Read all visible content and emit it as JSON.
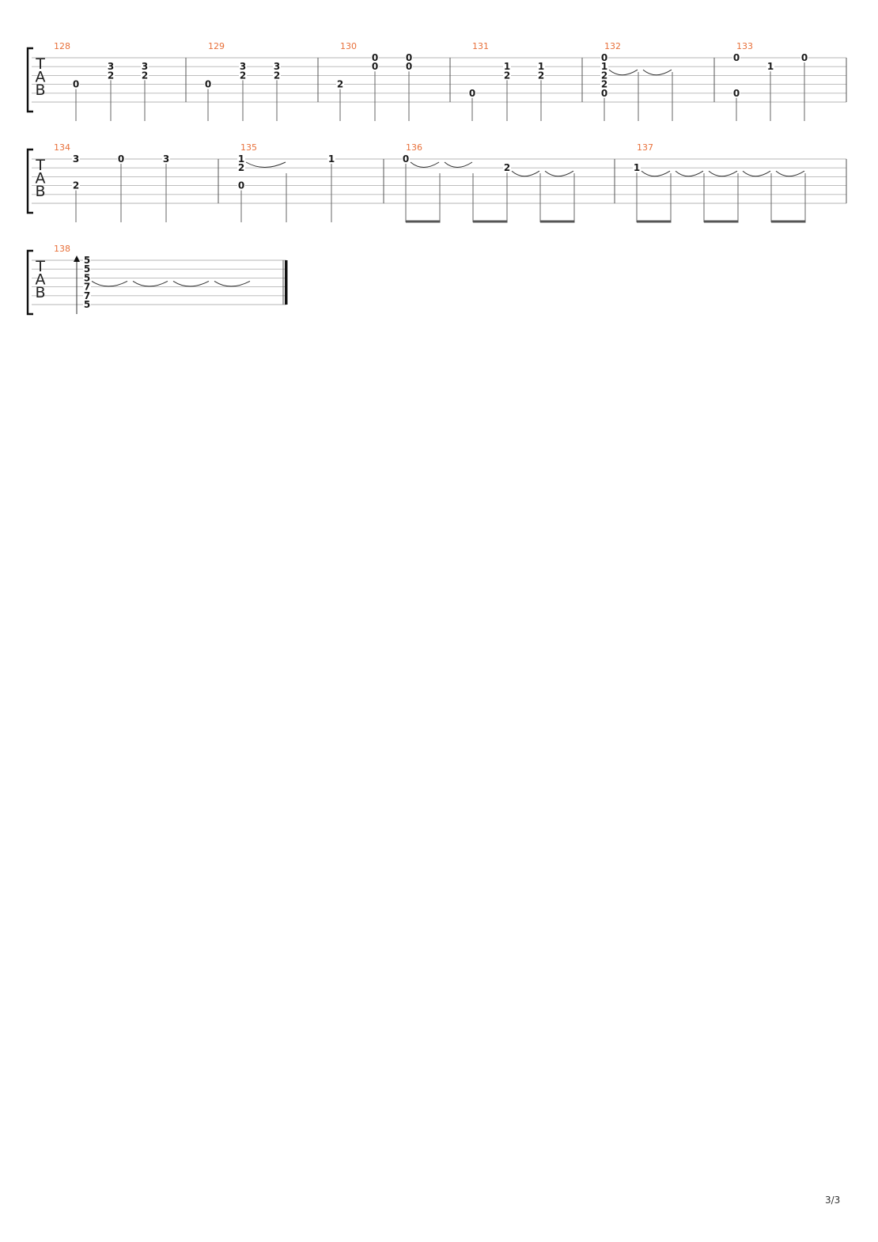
{
  "page": {
    "number": "3/3"
  },
  "tab_clef": [
    "T",
    "A",
    "B"
  ],
  "systems": [
    {
      "measures": [
        {
          "number": "128",
          "beats": [
            {
              "notes": [
                {
                  "string": 4,
                  "fret": "0"
                }
              ]
            },
            {
              "notes": [
                {
                  "string": 2,
                  "fret": "3"
                },
                {
                  "string": 3,
                  "fret": "2"
                }
              ]
            },
            {
              "notes": [
                {
                  "string": 2,
                  "fret": "3"
                },
                {
                  "string": 3,
                  "fret": "2"
                }
              ]
            }
          ]
        },
        {
          "number": "129",
          "beats": [
            {
              "notes": [
                {
                  "string": 4,
                  "fret": "0"
                }
              ]
            },
            {
              "notes": [
                {
                  "string": 2,
                  "fret": "3"
                },
                {
                  "string": 3,
                  "fret": "2"
                }
              ]
            },
            {
              "notes": [
                {
                  "string": 2,
                  "fret": "3"
                },
                {
                  "string": 3,
                  "fret": "2"
                }
              ]
            }
          ]
        },
        {
          "number": "130",
          "beats": [
            {
              "notes": [
                {
                  "string": 4,
                  "fret": "2"
                }
              ]
            },
            {
              "notes": [
                {
                  "string": 1,
                  "fret": "0"
                },
                {
                  "string": 2,
                  "fret": "0"
                }
              ]
            },
            {
              "notes": [
                {
                  "string": 1,
                  "fret": "0"
                },
                {
                  "string": 2,
                  "fret": "0"
                }
              ]
            }
          ]
        },
        {
          "number": "131",
          "beats": [
            {
              "notes": [
                {
                  "string": 5,
                  "fret": "0"
                }
              ]
            },
            {
              "notes": [
                {
                  "string": 2,
                  "fret": "1"
                },
                {
                  "string": 3,
                  "fret": "2"
                }
              ]
            },
            {
              "notes": [
                {
                  "string": 2,
                  "fret": "1"
                },
                {
                  "string": 3,
                  "fret": "2"
                }
              ]
            }
          ]
        },
        {
          "number": "132",
          "beats": [
            {
              "notes": [
                {
                  "string": 1,
                  "fret": "0"
                },
                {
                  "string": 2,
                  "fret": "1"
                },
                {
                  "string": 3,
                  "fret": "2"
                },
                {
                  "string": 4,
                  "fret": "2"
                },
                {
                  "string": 5,
                  "fret": "0"
                }
              ],
              "tie": "next"
            },
            {
              "notes": [],
              "tie": "next"
            },
            {
              "notes": []
            }
          ]
        },
        {
          "number": "133",
          "beats": [
            {
              "notes": [
                {
                  "string": 1,
                  "fret": "0"
                },
                {
                  "string": 5,
                  "fret": "0"
                }
              ]
            },
            {
              "notes": [
                {
                  "string": 2,
                  "fret": "1"
                }
              ]
            },
            {
              "notes": [
                {
                  "string": 1,
                  "fret": "0"
                }
              ]
            }
          ]
        }
      ]
    },
    {
      "measures": [
        {
          "number": "134",
          "beats": [
            {
              "notes": [
                {
                  "string": 1,
                  "fret": "3"
                },
                {
                  "string": 4,
                  "fret": "2"
                }
              ]
            },
            {
              "notes": [
                {
                  "string": 1,
                  "fret": "0"
                }
              ]
            },
            {
              "notes": [
                {
                  "string": 1,
                  "fret": "3"
                }
              ]
            }
          ]
        },
        {
          "number": "135",
          "beats": [
            {
              "notes": [
                {
                  "string": 1,
                  "fret": "1"
                },
                {
                  "string": 2,
                  "fret": "2"
                },
                {
                  "string": 4,
                  "fret": "0"
                }
              ],
              "tie": "next"
            },
            {
              "notes": []
            },
            {
              "notes": [
                {
                  "string": 1,
                  "fret": "1"
                }
              ]
            }
          ]
        },
        {
          "number": "136",
          "beats": [
            {
              "notes": [
                {
                  "string": 1,
                  "fret": "0"
                }
              ],
              "tie": "next"
            },
            {
              "notes": [],
              "tie": "next"
            },
            {
              "notes": []
            },
            {
              "notes": [
                {
                  "string": 2,
                  "fret": "2"
                }
              ],
              "tie": "next"
            },
            {
              "notes": [],
              "tie": "next"
            },
            {
              "notes": []
            }
          ],
          "beams": [
            [
              0,
              1
            ],
            [
              2,
              3
            ],
            [
              4,
              5
            ]
          ]
        },
        {
          "number": "137",
          "beats": [
            {
              "notes": [
                {
                  "string": 2,
                  "fret": "1"
                }
              ],
              "tie": "next"
            },
            {
              "notes": [],
              "tie": "next"
            },
            {
              "notes": [],
              "tie": "next"
            },
            {
              "notes": [],
              "tie": "next"
            },
            {
              "notes": [],
              "tie": "next"
            },
            {
              "notes": []
            }
          ],
          "beams": [
            [
              0,
              1
            ],
            [
              2,
              3
            ],
            [
              4,
              5
            ]
          ]
        }
      ]
    },
    {
      "final": true,
      "measures": [
        {
          "number": "138",
          "beats": [
            {
              "notes": [
                {
                  "string": 1,
                  "fret": "5"
                },
                {
                  "string": 2,
                  "fret": "5"
                },
                {
                  "string": 3,
                  "fret": "5"
                },
                {
                  "string": 4,
                  "fret": "7"
                },
                {
                  "string": 5,
                  "fret": "7"
                },
                {
                  "string": 6,
                  "fret": "5"
                }
              ],
              "tie": "next",
              "stroke": "up"
            },
            {
              "notes": [],
              "tie": "next"
            },
            {
              "notes": [],
              "tie": "next"
            },
            {
              "notes": [],
              "tie": "next"
            },
            {
              "notes": []
            }
          ]
        }
      ]
    }
  ]
}
